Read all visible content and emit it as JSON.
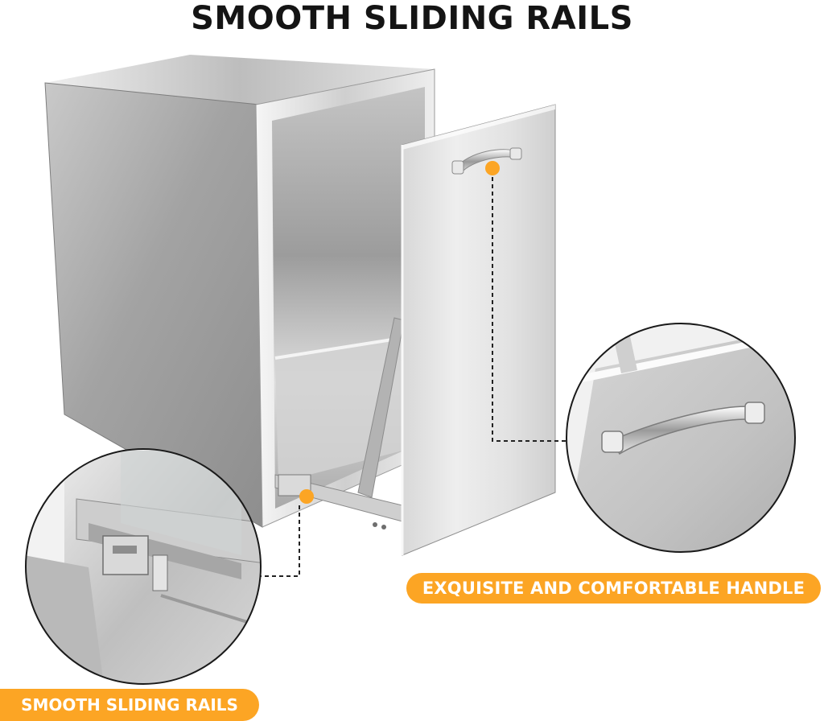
{
  "heading": {
    "text": "SMOOTH SLIDING RAILS"
  },
  "callouts": {
    "handle_label": "EXQUISITE AND COMFORTABLE HANDLE",
    "rails_label": "SMOOTH SLIDING RAILS"
  },
  "colors": {
    "accent": "#fca524",
    "title_text": "#141414",
    "steel_light": "#e4e4e4",
    "steel_dark": "#8a8a8a"
  },
  "icons": {
    "handle_marker": "orange-dot",
    "rail_marker": "orange-dot"
  }
}
